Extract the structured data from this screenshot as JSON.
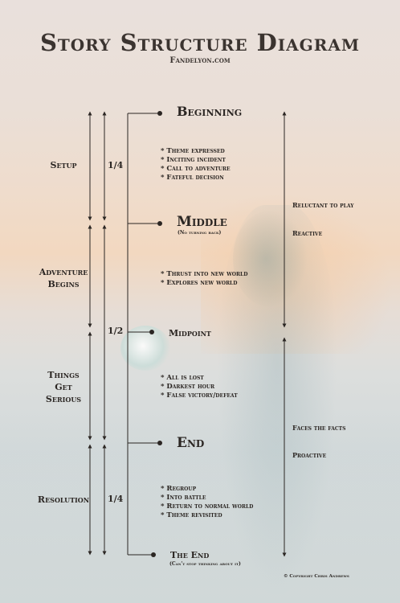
{
  "header": {
    "title": "Story Structure Diagram",
    "subtitle": "Fandelyon.com"
  },
  "left_sections": [
    "Setup",
    "Adventure Begins",
    "Things Get Serious",
    "Resolution"
  ],
  "quarters": {
    "first": "1/4",
    "half": "1/2",
    "last": "1/4"
  },
  "stages": {
    "beginning": "Beginning",
    "middle": "Middle",
    "middle_note": "(No turning back)",
    "midpoint": "Midpoint",
    "end": "End",
    "the_end": "The End",
    "the_end_note": "(Can't stop thinking about it)"
  },
  "lists": {
    "beginning_items": [
      "Theme expressed",
      "Inciting incident",
      "Call to adventure",
      "Fateful decision"
    ],
    "middle_items": [
      "Thrust into new world",
      "Explores new world"
    ],
    "midpoint_items": [
      "All is lost",
      "Darkest hour",
      "False victory/defeat"
    ],
    "end_items": [
      "Regroup",
      "Into battle",
      "Return to normal world",
      "Theme revisited"
    ]
  },
  "right_labels": {
    "reluctant": "Reluctant to play",
    "reactive": "Reactive",
    "faces": "Faces the facts",
    "proactive": "Proactive"
  },
  "copyright": "© Copyright Chris Andrews"
}
